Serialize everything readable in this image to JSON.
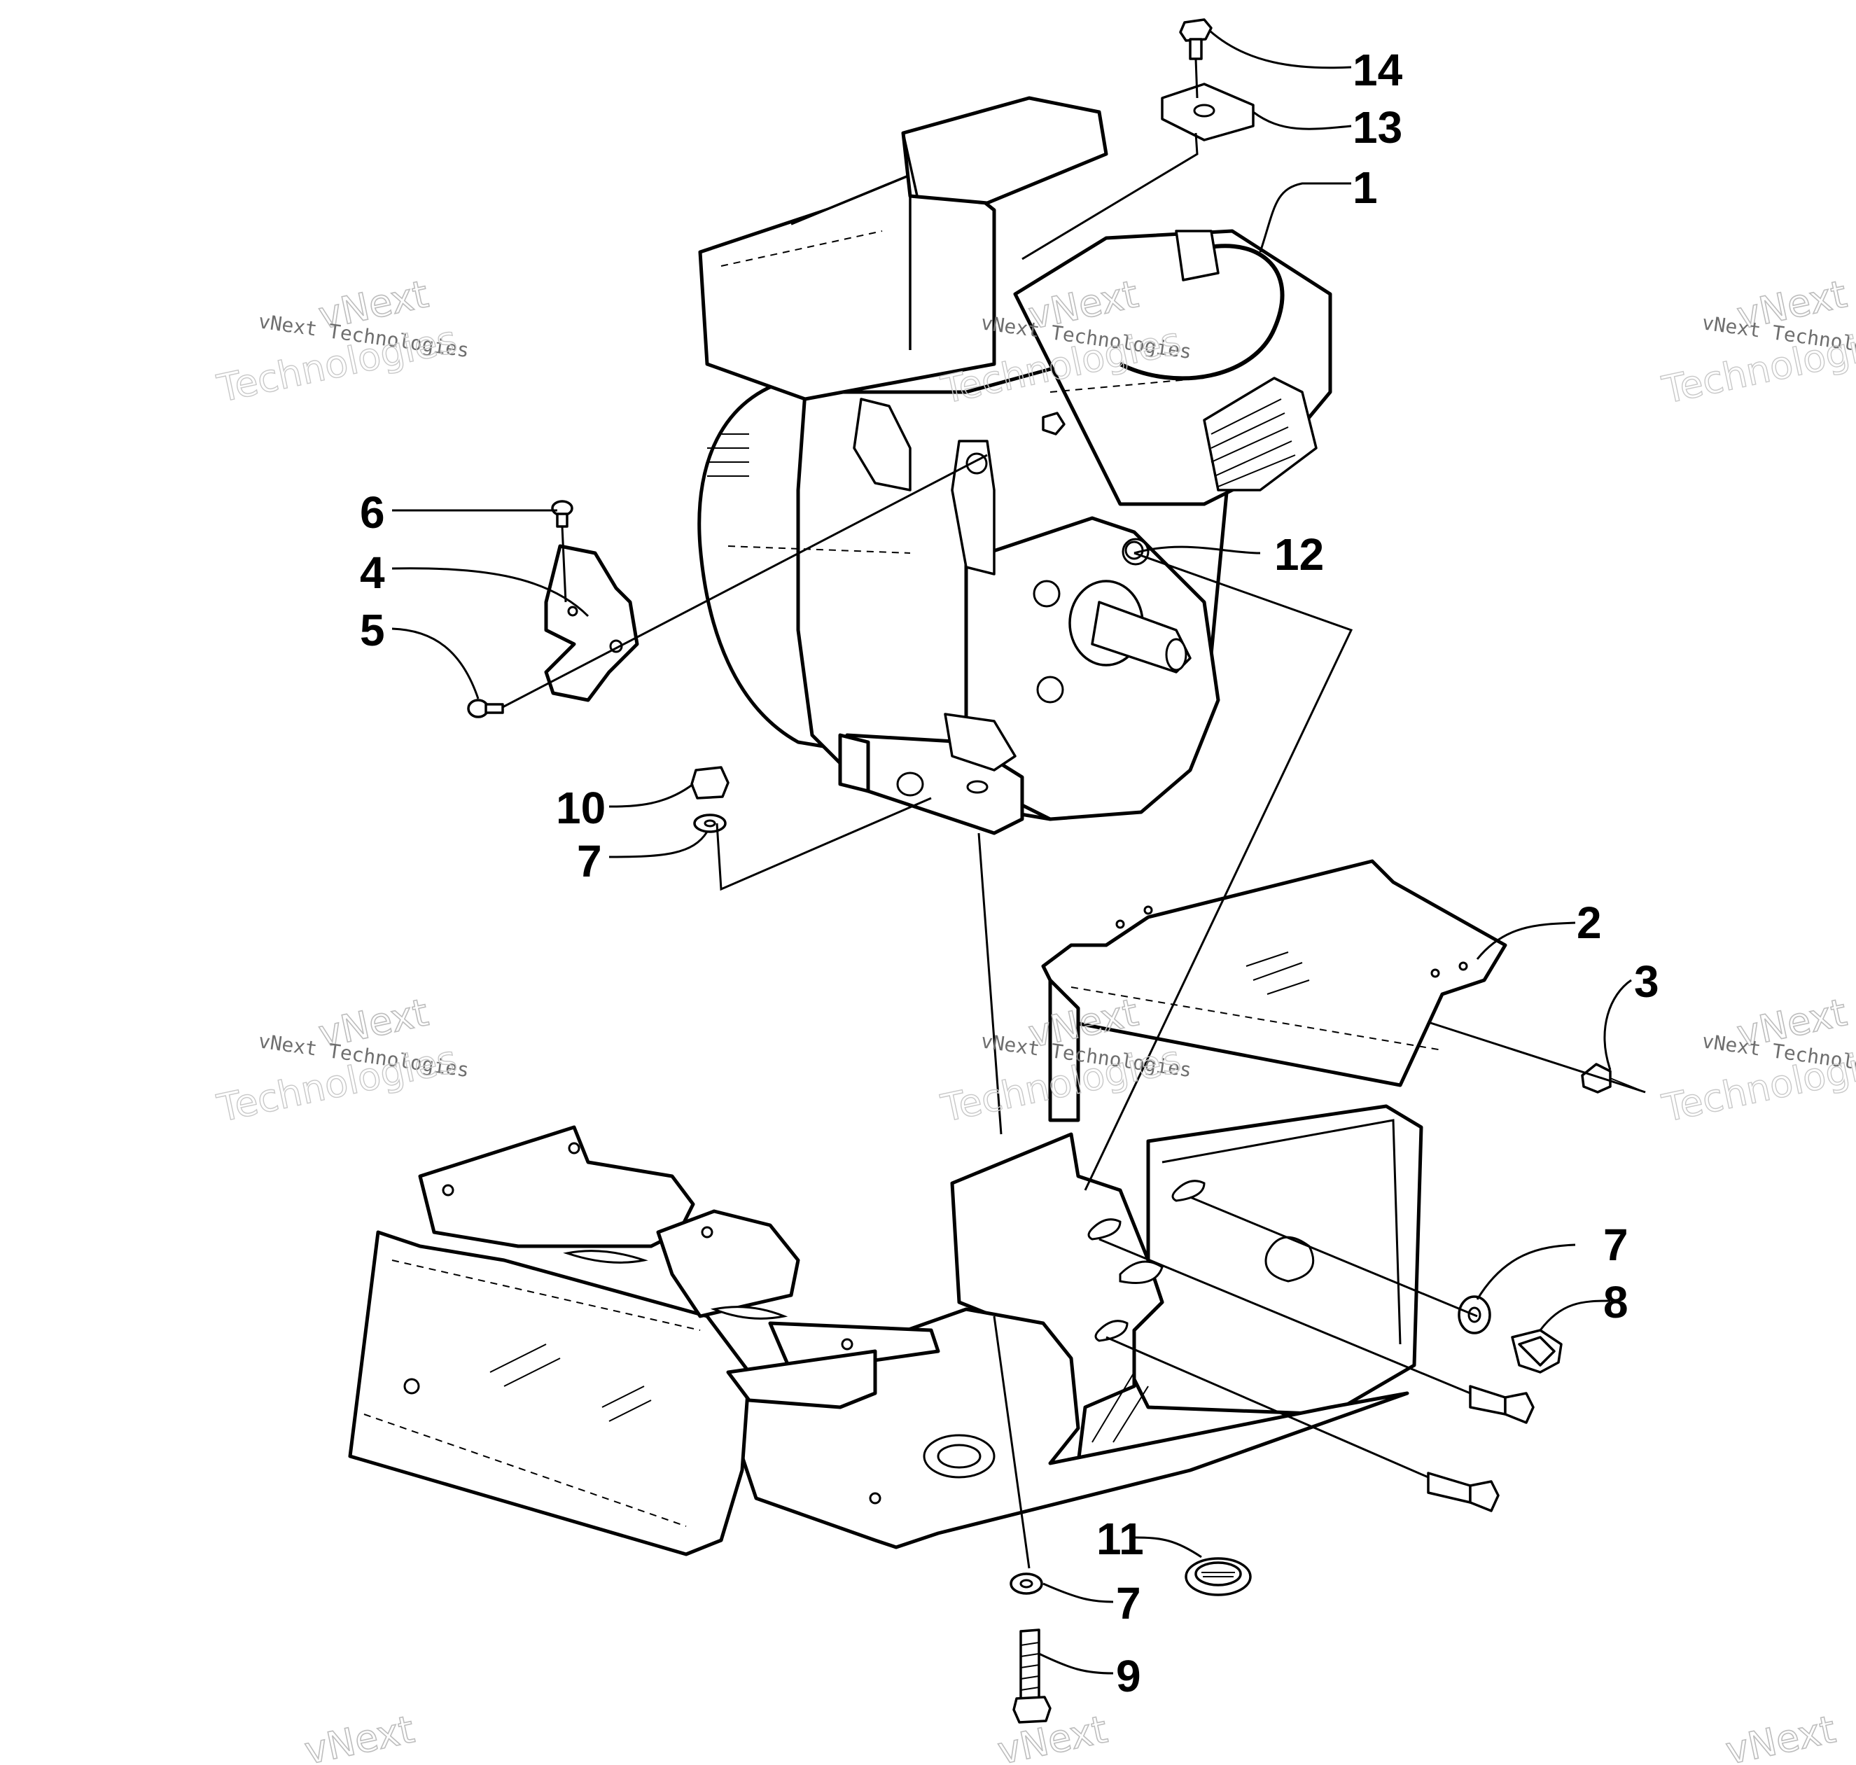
{
  "watermark": {
    "line1": "vNext",
    "line2": "vNext Technologies",
    "line3": "Technologies"
  },
  "callouts": [
    "14",
    "13",
    "1",
    "6",
    "4",
    "5",
    "12",
    "10",
    "7",
    "2",
    "3",
    "7",
    "8",
    "11",
    "7",
    "9"
  ]
}
